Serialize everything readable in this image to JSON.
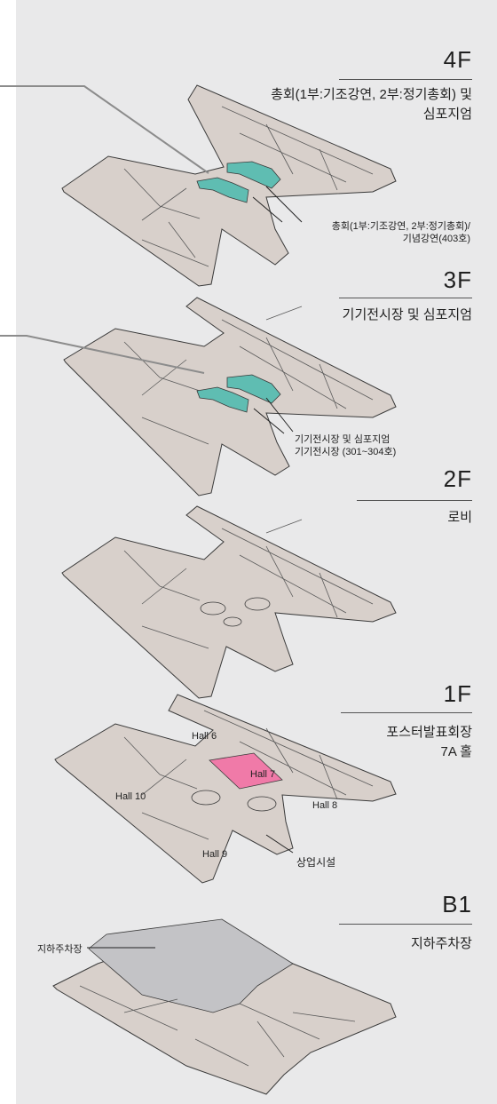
{
  "floors": [
    {
      "level": "4F",
      "description_lines": [
        "총회(1부:기조강연, 2부:정기총회) 및",
        "심포지엄"
      ],
      "callout_lines": [
        "총회(1부:기조강연, 2부:정기총회)/",
        "기념강연(403호)"
      ],
      "highlight_color": "#5fbdb2"
    },
    {
      "level": "3F",
      "description_lines": [
        "기기전시장 및 심포지엄"
      ],
      "callout_lines": [
        "기기전시장 및 심포지엄",
        "기기전시장 (301~304호)"
      ],
      "highlight_color": "#5fbdb2"
    },
    {
      "level": "2F",
      "description_lines": [
        "로비"
      ]
    },
    {
      "level": "1F",
      "description_lines": [
        "포스터발표회장",
        "7A 홀"
      ],
      "halls": [
        "Hall 6",
        "Hall 7",
        "Hall 8",
        "Hall 9",
        "Hall 10"
      ],
      "callout_lines": [
        "상업시설"
      ],
      "highlight_color": "#f07aa8"
    },
    {
      "level": "B1",
      "description_lines": [
        "지하주차장"
      ],
      "callout_lines": [
        "지하주차장"
      ],
      "highlight_color": "#c3c3c6"
    }
  ],
  "colors": {
    "background": "#e9e9ea",
    "floor_fill": "#d8d0cb",
    "outline": "#3a3a3a",
    "teal": "#5fbdb2",
    "pink": "#f07aa8",
    "parking": "#c3c3c6"
  }
}
